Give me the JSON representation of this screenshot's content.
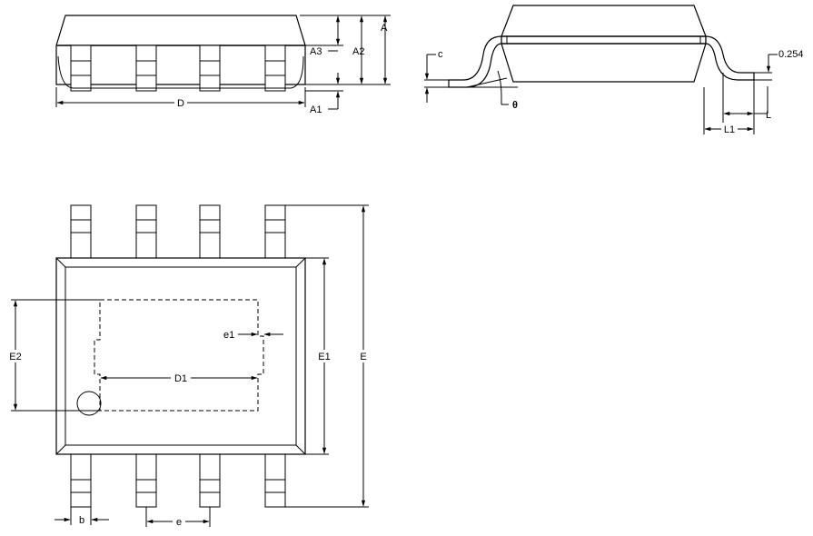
{
  "labels": {
    "A": "A",
    "A1": "A1",
    "A2": "A2",
    "A3": "A3",
    "D": "D",
    "c": "c",
    "theta": "θ",
    "lead_offset": "0.254",
    "L": "L",
    "L1": "L1",
    "E": "E",
    "E1": "E1",
    "E2": "E2",
    "D1": "D1",
    "e1": "e1",
    "b": "b",
    "e": "e"
  }
}
